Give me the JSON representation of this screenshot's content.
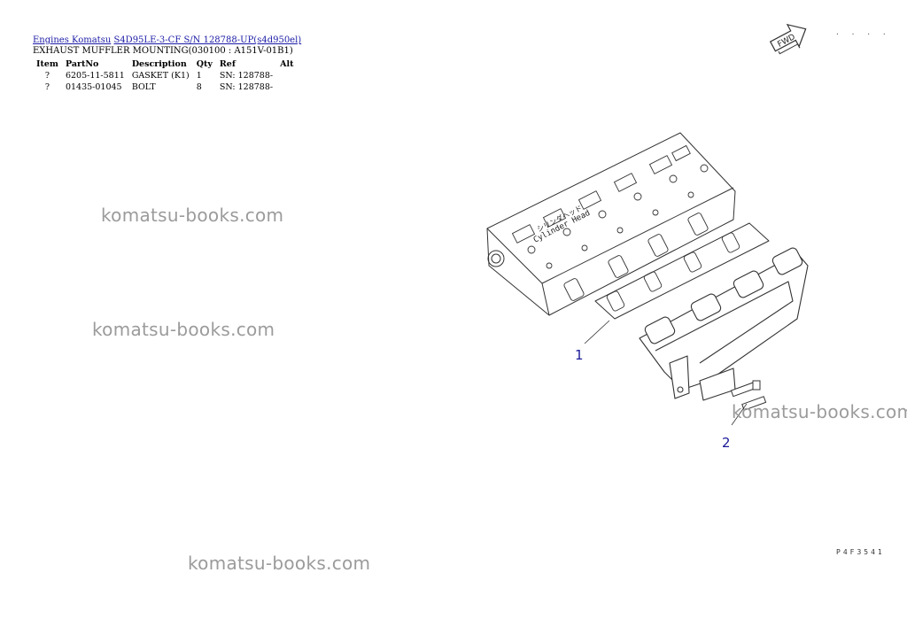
{
  "breadcrumb": {
    "link1": "Engines Komatsu",
    "link2": "S4D95LE-3-CF S/N 128788-UP(s4d950el)"
  },
  "page_title": "EXHAUST MUFFLER MOUNTING(030100 : A151V-01B1)",
  "table": {
    "headers": [
      "Item",
      "PartNo",
      "Description",
      "Qty",
      "Ref",
      "Alt"
    ],
    "rows": [
      {
        "item": "?",
        "part_no": "6205-11-5811",
        "description": "GASKET (K1)",
        "qty": "1",
        "ref": "SN: 128788-",
        "alt": ""
      },
      {
        "item": "?",
        "part_no": "01435-01045",
        "description": "BOLT",
        "qty": "8",
        "ref": "SN: 128788-",
        "alt": ""
      }
    ]
  },
  "watermark": "komatsu-books.com",
  "diagram": {
    "fwd_label": "FWD",
    "head_label_jp": "シリンダヘッド",
    "head_label": "Cylinder Head",
    "callout_1": "1",
    "callout_2": "2",
    "corner_dots": "· · · ·",
    "drawing_code": "P4F3541"
  },
  "colors": {
    "link": "#1a1aa6",
    "callout": "#1a1a99",
    "watermark": "#9b9b9b"
  }
}
